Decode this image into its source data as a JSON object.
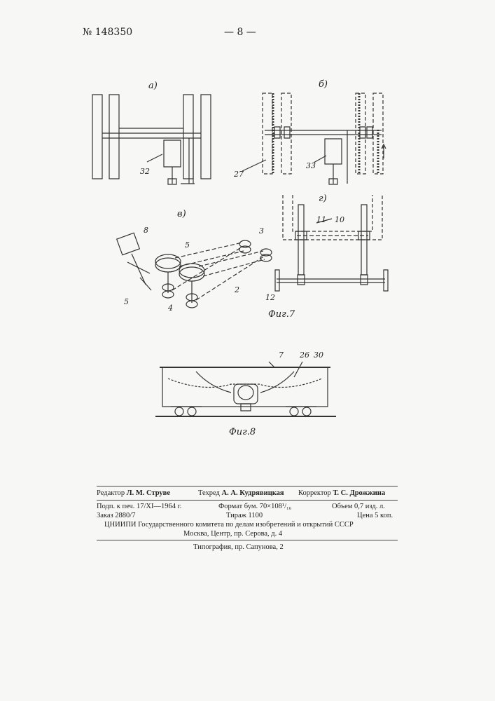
{
  "header": {
    "patent_number": "№ 148350",
    "page_number": "— 8 —"
  },
  "figure7": {
    "panel_labels": {
      "a": "а)",
      "b": "б)",
      "v": "в)",
      "g": "г)"
    },
    "part_numbers": {
      "n32": "32",
      "n27": "27",
      "n33": "33",
      "n8": "8",
      "n5a": "5",
      "n5b": "5",
      "n3": "3",
      "n2": "2",
      "n4": "4",
      "n11": "11",
      "n10": "10",
      "n12": "12"
    },
    "caption": "Фиг.7"
  },
  "figure8": {
    "part_numbers": {
      "n7": "7",
      "n26": "26",
      "n30": "30"
    },
    "caption": "Фиг.8"
  },
  "imprint": {
    "editor_label": "Редактор",
    "editor": "Л. М. Струве",
    "techred_label": "Техред",
    "techred": "А. А. Кудрявицкая",
    "corrector_label": "Корректор",
    "corrector": "Т. С. Дрожжина",
    "signed": "Подп. к печ. 17/XI—1964 г.",
    "format": "Формат бум. 70×108¹/₁₆",
    "volume": "Объем 0,7 изд. л.",
    "order": "Заказ 2880/7",
    "print_run": "Тираж 1100",
    "price": "Цена 5 коп.",
    "institute": "ЦНИИПИ Государственного комитета по делам изобретений и открытий СССР",
    "address": "Москва, Центр, пр. Серова, д. 4",
    "printer": "Типография, пр. Сапунова, 2"
  }
}
